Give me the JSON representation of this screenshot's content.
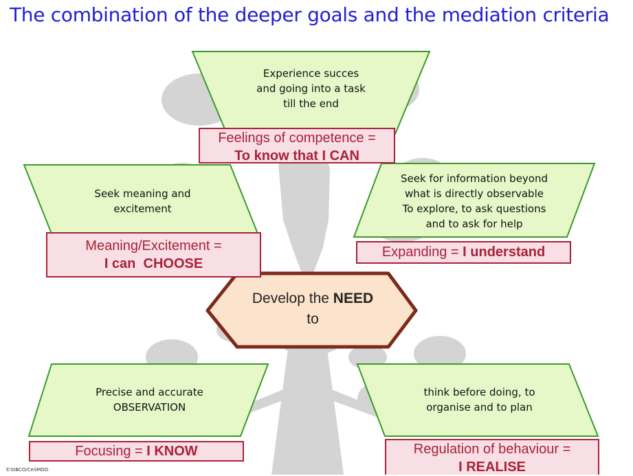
{
  "title": "The combination of the deeper goals and the mediation criteria",
  "colors": {
    "title": "#1f1fd0",
    "shape_fill": "#e6f8c8",
    "shape_stroke": "#3a9a2a",
    "box_fill": "#f7dfe5",
    "box_stroke": "#a7223a",
    "hex_fill": "#fbe3cc",
    "hex_stroke": "#7b2a1b",
    "tree": "#d4d4d4"
  },
  "center": {
    "line1_prefix": "Develop the ",
    "line1_bold": "NEED",
    "line2": "to"
  },
  "top": {
    "text": [
      "Experience succes",
      "and going into a task",
      "till the end"
    ],
    "label_line1": "Feelings of competence =",
    "label_line2": "To know that I CAN"
  },
  "left": {
    "text": [
      "Seek meaning and",
      "excitement"
    ],
    "label_line1": "Meaning/Excitement =",
    "label_line2": "I can  CHOOSE"
  },
  "right": {
    "text": [
      "Seek for information beyond",
      "what is directly observable",
      "To explore, to ask questions",
      "and to ask for help"
    ],
    "label_prefix": "Expanding = ",
    "label_bold": "I understand"
  },
  "bottom_left": {
    "text": [
      "Precise and accurate",
      "OBSERVATION"
    ],
    "label_prefix": "Focusing = ",
    "label_bold": "I KNOW"
  },
  "bottom_right": {
    "text": [
      "think before doing, to",
      "organise and to plan"
    ],
    "label_line1": "Regulation of behaviour =",
    "label_line2": "I REALISE"
  },
  "copyright": "©StBCO/CeSMOO"
}
